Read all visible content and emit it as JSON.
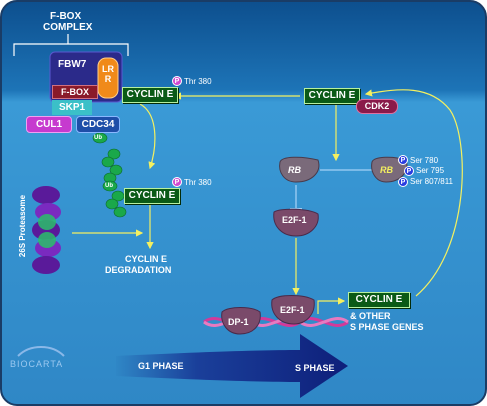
{
  "complex": {
    "title_line1": "F-BOX",
    "title_line2": "COMPLEX"
  },
  "fbw7": "FBW7",
  "lrr": "LRR",
  "fbox": "F-BOX",
  "skp1": "SKP1",
  "cul1": "CUL1",
  "cdc34": "CDC34",
  "ub": "Ub",
  "cyclin_e": "CYCLIN E",
  "phospho": "P",
  "thr380": "Thr 380",
  "cdk2": "CDK2",
  "proteasome": "26S Proteasome",
  "degradation_line1": "CYCLIN E",
  "degradation_line2": "DEGRADATION",
  "rb": "RB",
  "ser780": "Ser 780",
  "ser795": "Ser 795",
  "ser807": "Ser 807/811",
  "e2f1": "E2F-1",
  "dp1": "DP-1",
  "other_line1": "& OTHER",
  "other_line2": "S PHASE GENES",
  "g1_phase": "G1 PHASE",
  "s_phase": "S PHASE",
  "logo": "BIOCARTA",
  "colors": {
    "background": "#3a8fcf",
    "cyclin_box": "#0b5a16",
    "fbw7": "#2b2a8a",
    "lrr": "#f08a1a",
    "fbox": "#8a1a2a",
    "skp1": "#3bc0c8",
    "cul1": "#c63acf",
    "cdc34": "#1e4ea8",
    "cdk2": "#8a1a4a",
    "arrow": "#f4f060",
    "phospho": "#d04ad0"
  }
}
